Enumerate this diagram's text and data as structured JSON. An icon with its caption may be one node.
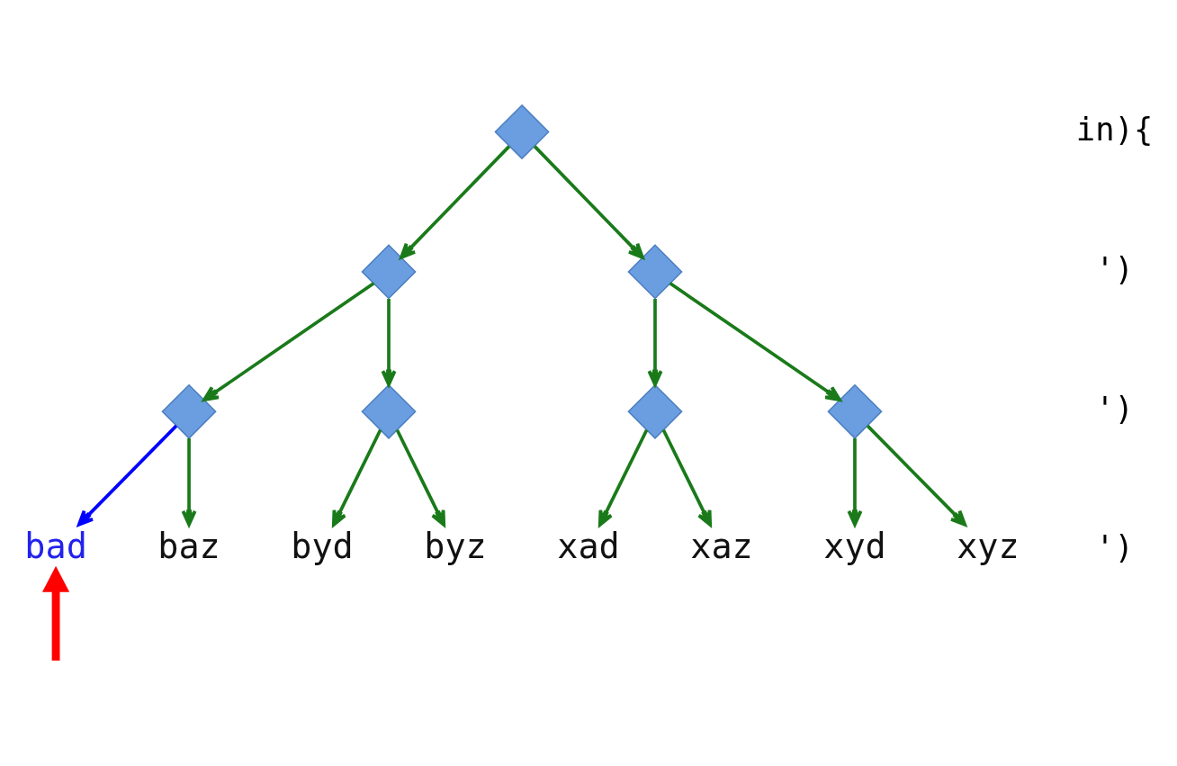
{
  "diagram": {
    "nodes": [
      {
        "text": [],
        "shape": "diamond"
      },
      {
        "text": [],
        "shape": "diamond"
      },
      {
        "text": [],
        "shape": "diamond"
      },
      {
        "text": [],
        "shape": "diamond"
      },
      {
        "text": [],
        "shape": "diamond"
      },
      {
        "text": [],
        "shape": "diamond"
      },
      {
        "text": [],
        "shape": "diamond"
      },
      {
        "text": [
          "bad"
        ]
      },
      {
        "text": [
          "baz"
        ]
      },
      {
        "text": [
          "byd"
        ]
      },
      {
        "text": [
          "byz"
        ]
      },
      {
        "text": [
          "xad"
        ]
      },
      {
        "text": [
          "xaz"
        ]
      },
      {
        "text": [
          "xyd"
        ]
      },
      {
        "text": [
          "xyz"
        ]
      }
    ],
    "edges": [
      {
        "from": 0,
        "to": 1,
        "arrow": "to"
      },
      {
        "from": 0,
        "to": 2,
        "arrow": "to"
      },
      {
        "from": 1,
        "to": 3,
        "arrow": "to"
      },
      {
        "from": 1,
        "to": 4,
        "arrow": "to"
      },
      {
        "from": 2,
        "to": 5,
        "arrow": "to"
      },
      {
        "from": 2,
        "to": 6,
        "arrow": "to"
      },
      {
        "from": 3,
        "to": 7,
        "arrow": "to",
        "color": "#0000ff"
      },
      {
        "from": 3,
        "to": 8,
        "arrow": "to"
      },
      {
        "from": 4,
        "to": 9,
        "arrow": "to"
      },
      {
        "from": 4,
        "to": 10,
        "arrow": "to"
      },
      {
        "from": 5,
        "to": 11,
        "arrow": "to"
      },
      {
        "from": 5,
        "to": 12,
        "arrow": "to"
      },
      {
        "from": 6,
        "to": 13,
        "arrow": "to"
      },
      {
        "from": 6,
        "to": 14,
        "arrow": "to"
      },
      {
        "from": null,
        "to": 7,
        "arrow": "to",
        "style": "thick",
        "color": "#ff0000"
      }
    ],
    "labels": [
      "in){",
      "')",
      "')",
      "')"
    ]
  }
}
